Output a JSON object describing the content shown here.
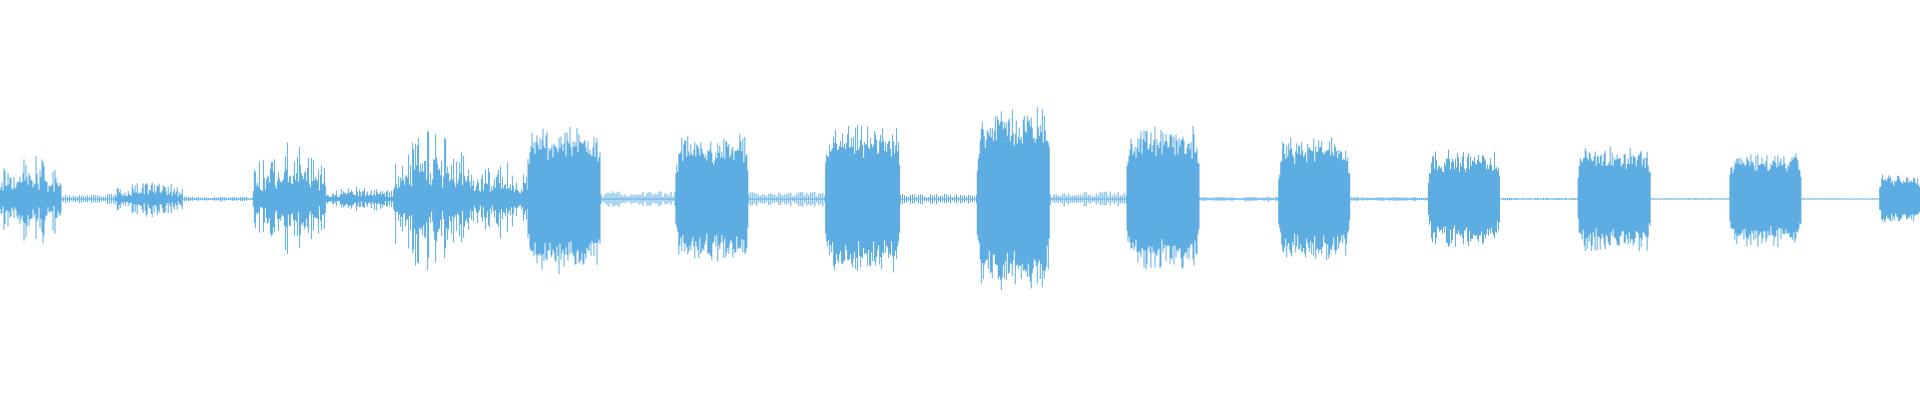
{
  "waveform": {
    "color": "#5dade2",
    "background": "#ffffff",
    "baseline_amplitude": 0.01,
    "segments": [
      {
        "start": 0.0,
        "end": 0.032,
        "amplitude": 0.18,
        "style": "spiky"
      },
      {
        "start": 0.032,
        "end": 0.06,
        "amplitude": 0.02,
        "style": "quiet"
      },
      {
        "start": 0.06,
        "end": 0.095,
        "amplitude": 0.07,
        "style": "spiky"
      },
      {
        "start": 0.095,
        "end": 0.132,
        "amplitude": 0.01,
        "style": "quiet"
      },
      {
        "start": 0.132,
        "end": 0.17,
        "amplitude": 0.22,
        "style": "spiky"
      },
      {
        "start": 0.17,
        "end": 0.205,
        "amplitude": 0.05,
        "style": "spiky"
      },
      {
        "start": 0.205,
        "end": 0.245,
        "amplitude": 0.28,
        "style": "spiky"
      },
      {
        "start": 0.245,
        "end": 0.275,
        "amplitude": 0.15,
        "style": "spiky"
      },
      {
        "start": 0.275,
        "end": 0.313,
        "amplitude": 0.3,
        "style": "dense"
      },
      {
        "start": 0.313,
        "end": 0.352,
        "amplitude": 0.03,
        "style": "quiet"
      },
      {
        "start": 0.352,
        "end": 0.39,
        "amplitude": 0.26,
        "style": "dense"
      },
      {
        "start": 0.39,
        "end": 0.43,
        "amplitude": 0.03,
        "style": "quiet"
      },
      {
        "start": 0.43,
        "end": 0.469,
        "amplitude": 0.3,
        "style": "dense"
      },
      {
        "start": 0.469,
        "end": 0.509,
        "amplitude": 0.02,
        "style": "quiet"
      },
      {
        "start": 0.509,
        "end": 0.547,
        "amplitude": 0.38,
        "style": "dense"
      },
      {
        "start": 0.547,
        "end": 0.587,
        "amplitude": 0.03,
        "style": "quiet"
      },
      {
        "start": 0.587,
        "end": 0.625,
        "amplitude": 0.3,
        "style": "dense"
      },
      {
        "start": 0.625,
        "end": 0.666,
        "amplitude": 0.01,
        "style": "quiet"
      },
      {
        "start": 0.666,
        "end": 0.703,
        "amplitude": 0.26,
        "style": "dense"
      },
      {
        "start": 0.703,
        "end": 0.744,
        "amplitude": 0.01,
        "style": "quiet"
      },
      {
        "start": 0.744,
        "end": 0.781,
        "amplitude": 0.2,
        "style": "dense"
      },
      {
        "start": 0.781,
        "end": 0.822,
        "amplitude": 0.005,
        "style": "quiet"
      },
      {
        "start": 0.822,
        "end": 0.86,
        "amplitude": 0.22,
        "style": "dense"
      },
      {
        "start": 0.86,
        "end": 0.901,
        "amplitude": 0.003,
        "style": "quiet"
      },
      {
        "start": 0.901,
        "end": 0.938,
        "amplitude": 0.2,
        "style": "dense"
      },
      {
        "start": 0.938,
        "end": 0.979,
        "amplitude": 0.002,
        "style": "quiet"
      },
      {
        "start": 0.979,
        "end": 1.0,
        "amplitude": 0.1,
        "style": "dense"
      }
    ]
  }
}
